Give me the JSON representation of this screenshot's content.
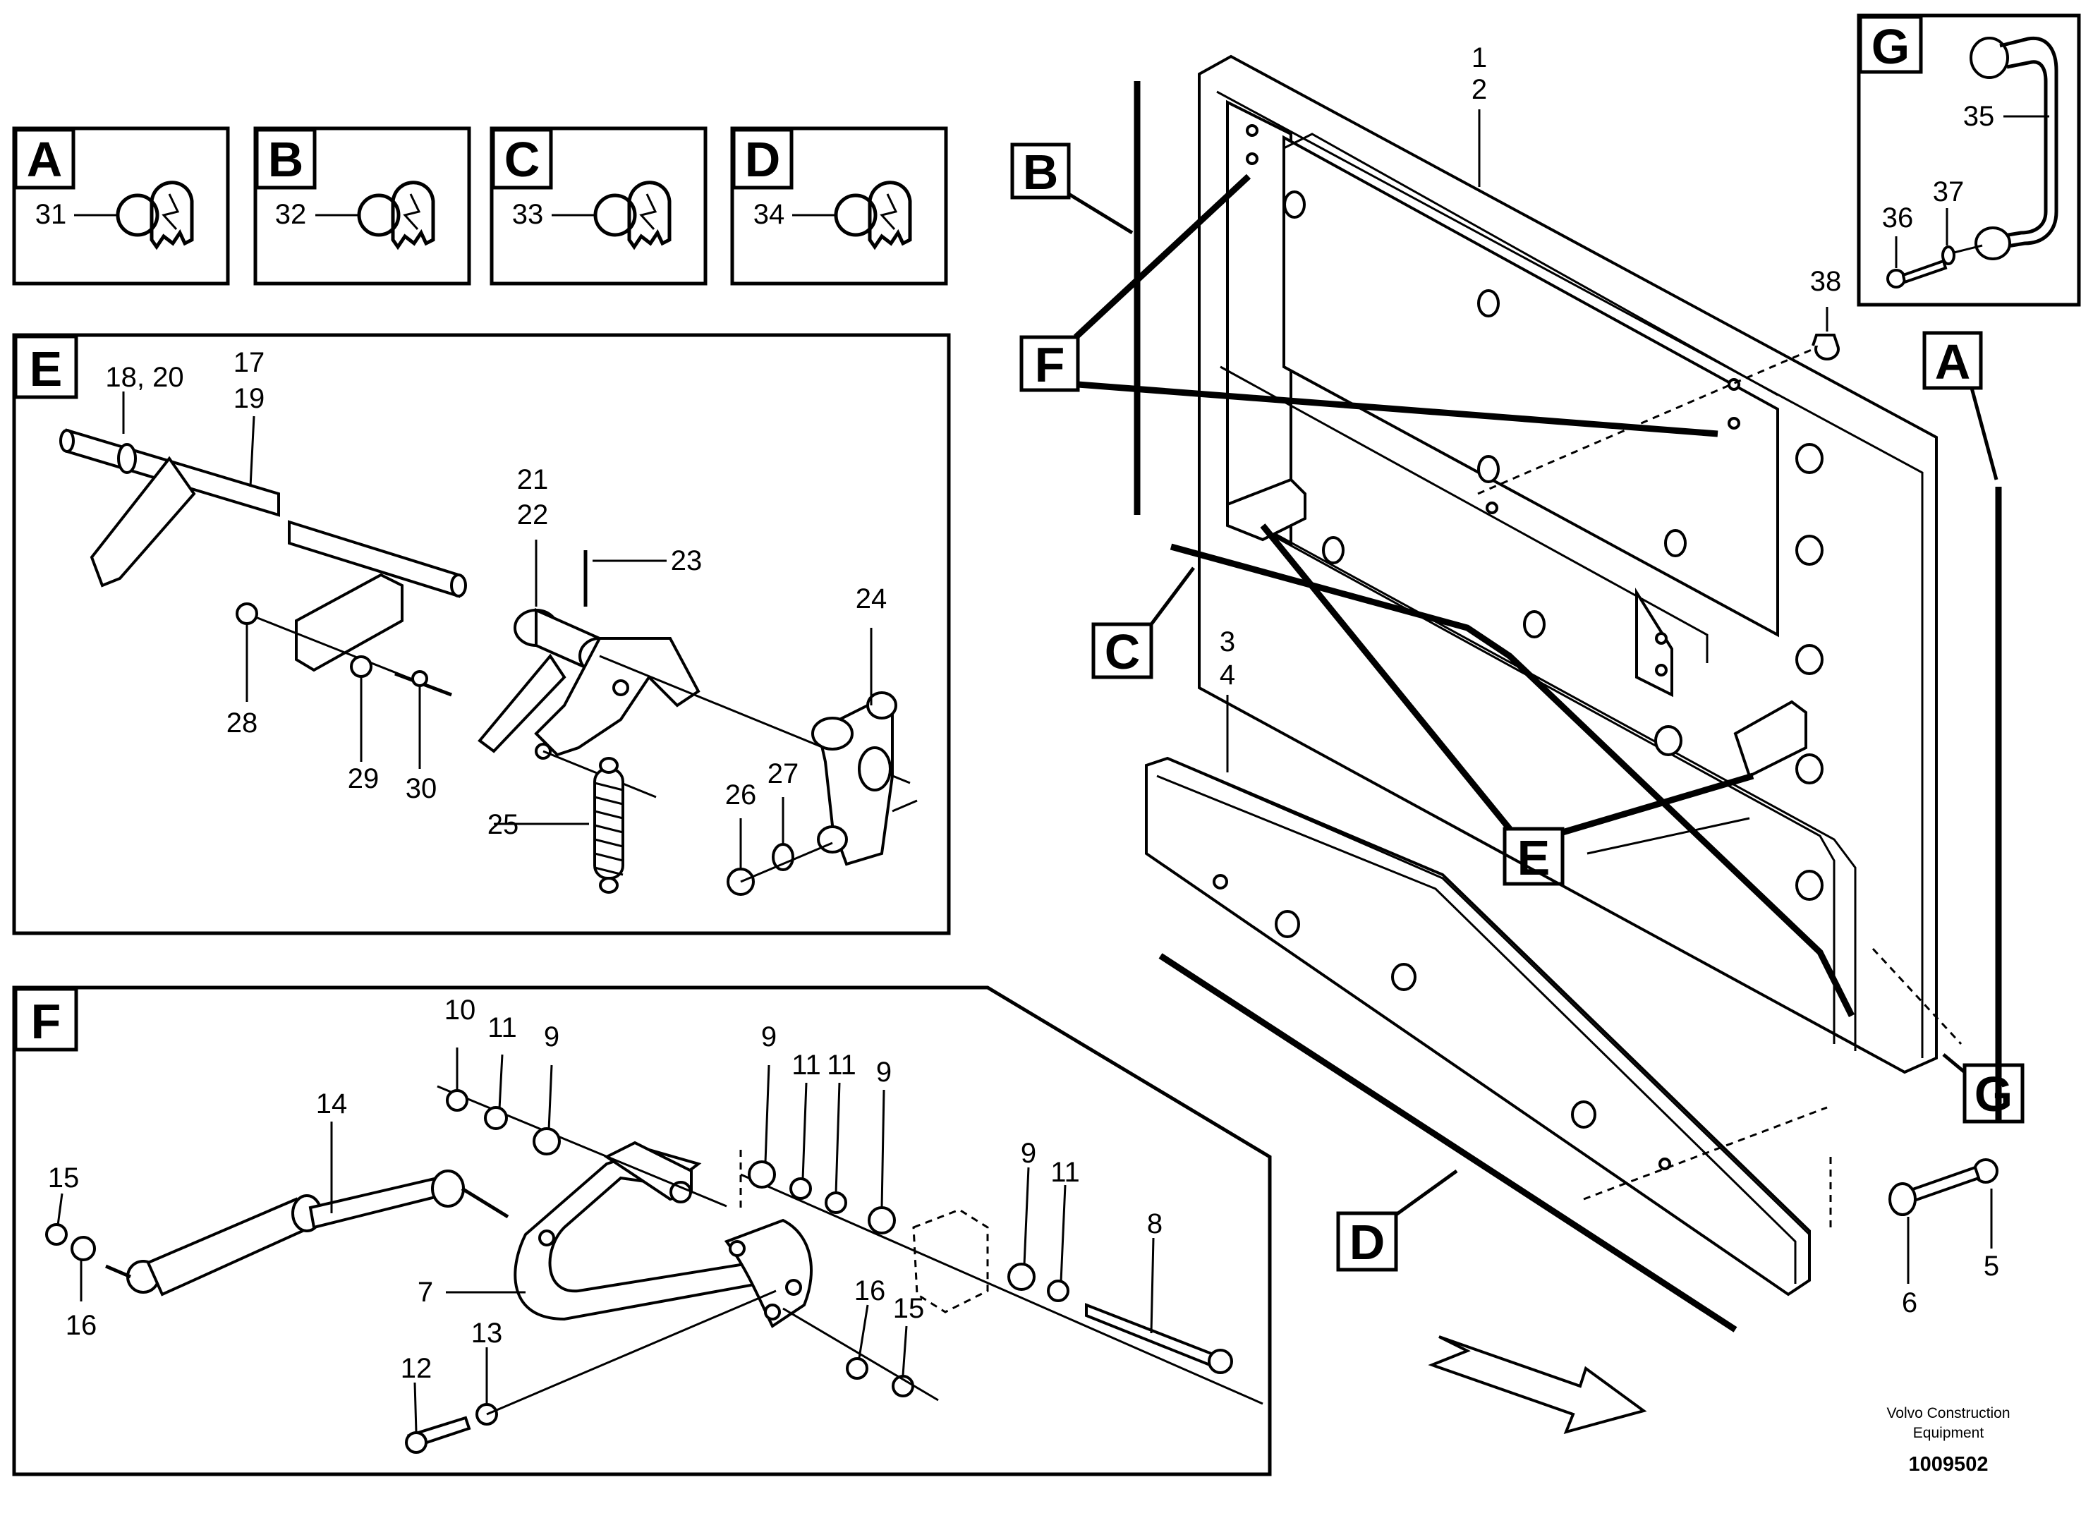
{
  "clips": [
    {
      "letter": "A",
      "number": "31"
    },
    {
      "letter": "B",
      "number": "32"
    },
    {
      "letter": "C",
      "number": "33"
    },
    {
      "letter": "D",
      "number": "34"
    }
  ],
  "panel_e": {
    "letter": "E",
    "labels": {
      "l18_20": "18, 20",
      "l17": "17",
      "l19": "19",
      "l21": "21",
      "l22": "22",
      "l23": "23",
      "l24": "24",
      "l25": "25",
      "l26": "26",
      "l27": "27",
      "l28": "28",
      "l29": "29",
      "l30": "30"
    }
  },
  "panel_f": {
    "letter": "F",
    "labels": {
      "l10": "10",
      "l11a": "11",
      "l9a": "9",
      "l9b": "9",
      "l11b": "11",
      "l11c": "11",
      "l9c": "9",
      "l9d": "9",
      "l11d": "11",
      "l14": "14",
      "l15a": "15",
      "l16a": "16",
      "l7": "7",
      "l12": "12",
      "l13": "13",
      "l16b": "16",
      "l15b": "15",
      "l8": "8"
    }
  },
  "panel_g": {
    "letter": "G",
    "labels": {
      "l35": "35",
      "l36": "36",
      "l37": "37"
    }
  },
  "main": {
    "labels": {
      "l1": "1",
      "l2": "2",
      "l38": "38",
      "l3": "3",
      "l4": "4",
      "l5": "5",
      "l6": "6"
    },
    "callouts": {
      "B": "B",
      "F": "F",
      "C": "C",
      "E": "E",
      "A": "A",
      "G": "G",
      "D": "D"
    }
  },
  "footer": {
    "company_line1": "Volvo Construction",
    "company_line2": "Equipment",
    "part_number": "1009502"
  }
}
